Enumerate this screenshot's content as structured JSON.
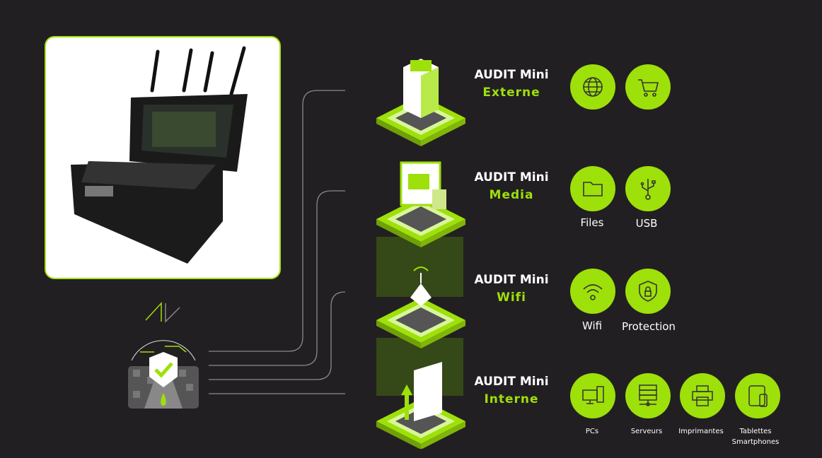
{
  "colors": {
    "background": "#221f22",
    "accent": "#9ee00a"
  },
  "rows": [
    {
      "title": "AUDIT Mini",
      "subtitle": "Externe",
      "icons": [
        {
          "name": "globe-icon",
          "label": ""
        },
        {
          "name": "cart-icon",
          "label": ""
        }
      ]
    },
    {
      "title": "AUDIT Mini",
      "subtitle": "Media",
      "icons": [
        {
          "name": "folder-icon",
          "label": "Files"
        },
        {
          "name": "usb-icon",
          "label": "USB"
        }
      ]
    },
    {
      "title": "AUDIT Mini",
      "subtitle": "Wifi",
      "icons": [
        {
          "name": "wifi-icon",
          "label": "Wifi"
        },
        {
          "name": "shield-lock-icon",
          "label": "Protection"
        }
      ]
    },
    {
      "title": "AUDIT Mini",
      "subtitle": "Interne",
      "icons": [
        {
          "name": "pc-icon",
          "label": "PCs"
        },
        {
          "name": "server-icon",
          "label": "Serveurs"
        },
        {
          "name": "printer-icon",
          "label": "Imprimantes"
        },
        {
          "name": "tablet-icon",
          "label": "Tablettes Smartphones"
        }
      ]
    }
  ]
}
